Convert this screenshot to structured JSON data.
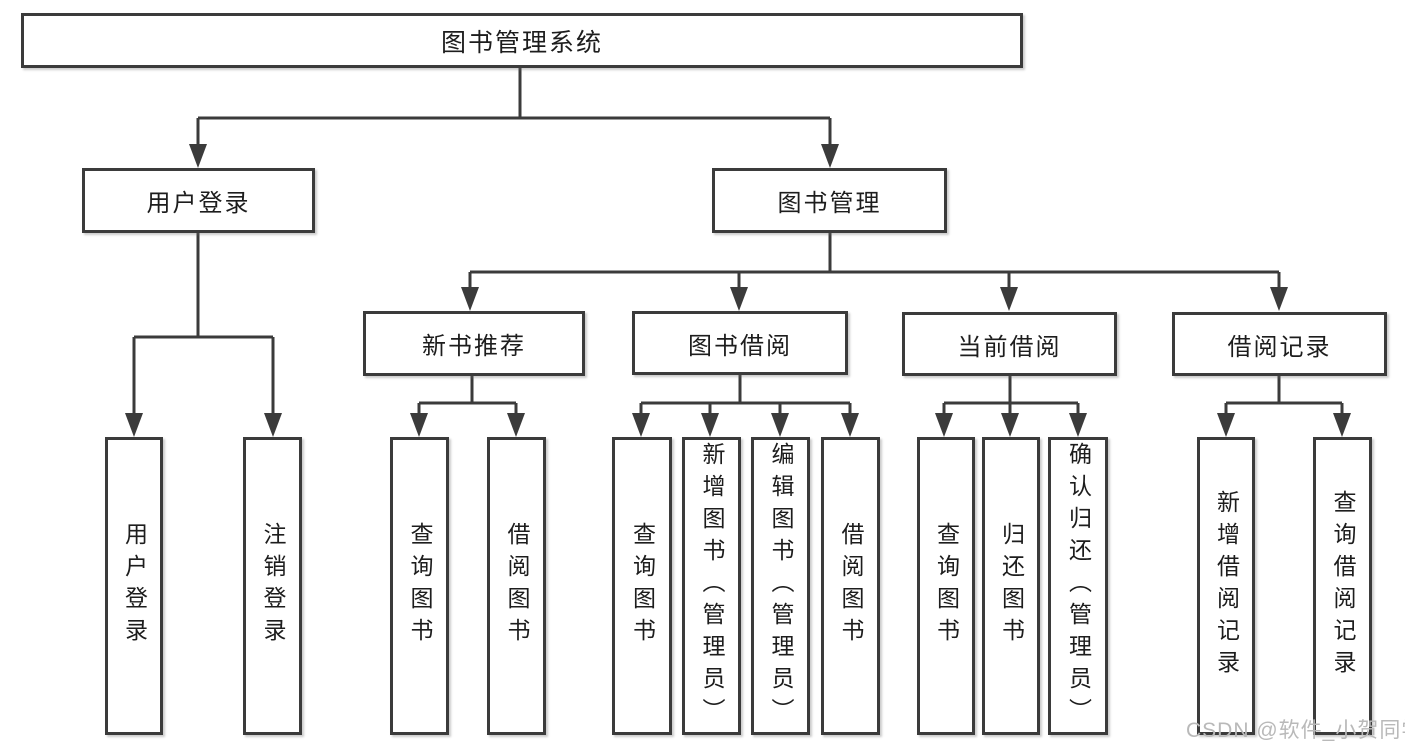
{
  "nodes": {
    "root": "图书管理系统",
    "user_login": "用户登录",
    "book_management": "图书管理",
    "new_book_recommend": "新书推荐",
    "book_borrow": "图书借阅",
    "current_borrow": "当前借阅",
    "borrow_records": "借阅记录",
    "leaf_user_login": "用户登录",
    "leaf_logout": "注销登录",
    "leaf_rec_query_book": "查询图书",
    "leaf_rec_borrow_book": "借阅图书",
    "leaf_bb_query_book": "查询图书",
    "leaf_bb_add_book": "新增图书（管理员）",
    "leaf_bb_edit_book": "编辑图书（管理员）",
    "leaf_bb_borrow_book": "借阅图书",
    "leaf_cb_query_book": "查询图书",
    "leaf_cb_return_book": "归还图书",
    "leaf_cb_confirm_return": "确认归还（管理员）",
    "leaf_br_add_record": "新增借阅记录",
    "leaf_br_query_record": "查询借阅记录"
  },
  "watermark": "CSDN @软件_小贺同学",
  "colors": {
    "line": "#3b3b3b",
    "box_border": "#3b3b3b",
    "text": "#1d1d1d",
    "background": "#ffffff",
    "watermark_text": "#b9b9b9"
  }
}
